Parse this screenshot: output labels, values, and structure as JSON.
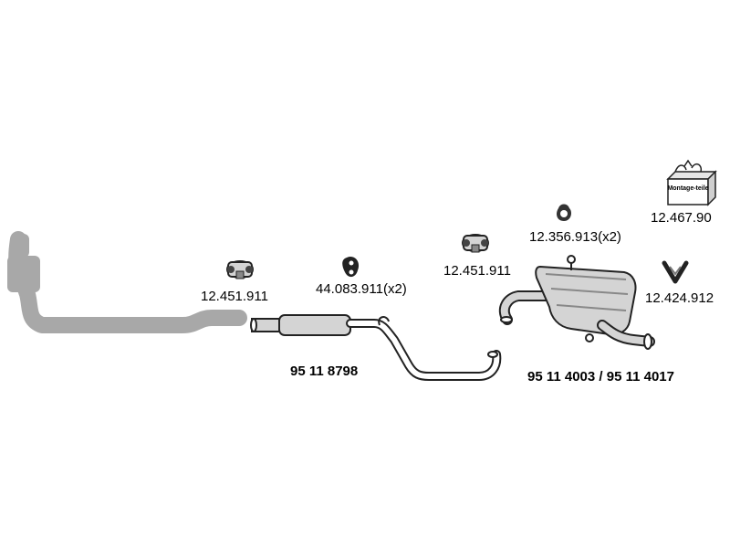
{
  "labels": {
    "clamp_1": "12.451.911",
    "rubber_mount_1": "44.083.911(x2)",
    "clamp_2": "12.451.911",
    "rubber_mount_2": "12.356.913(x2)",
    "mounting_kit": "12.467.90",
    "mounting_kit_box_text": "Montage-teile",
    "bracket": "12.424.912",
    "middle_section": "95 11 8798",
    "rear_muffler": "95 11 4003 / 95 11 4017"
  },
  "colors": {
    "pipe_gray": "#a8a8a8",
    "pipe_outline": "#4a4a4a",
    "part_fill": "#d4d4d4",
    "part_dark": "#222222"
  },
  "icons": {
    "clamp": "pipe-clamp-icon",
    "rubber_mount": "rubber-hanger-icon",
    "box": "mounting-parts-box-icon",
    "bracket": "y-bracket-icon"
  }
}
